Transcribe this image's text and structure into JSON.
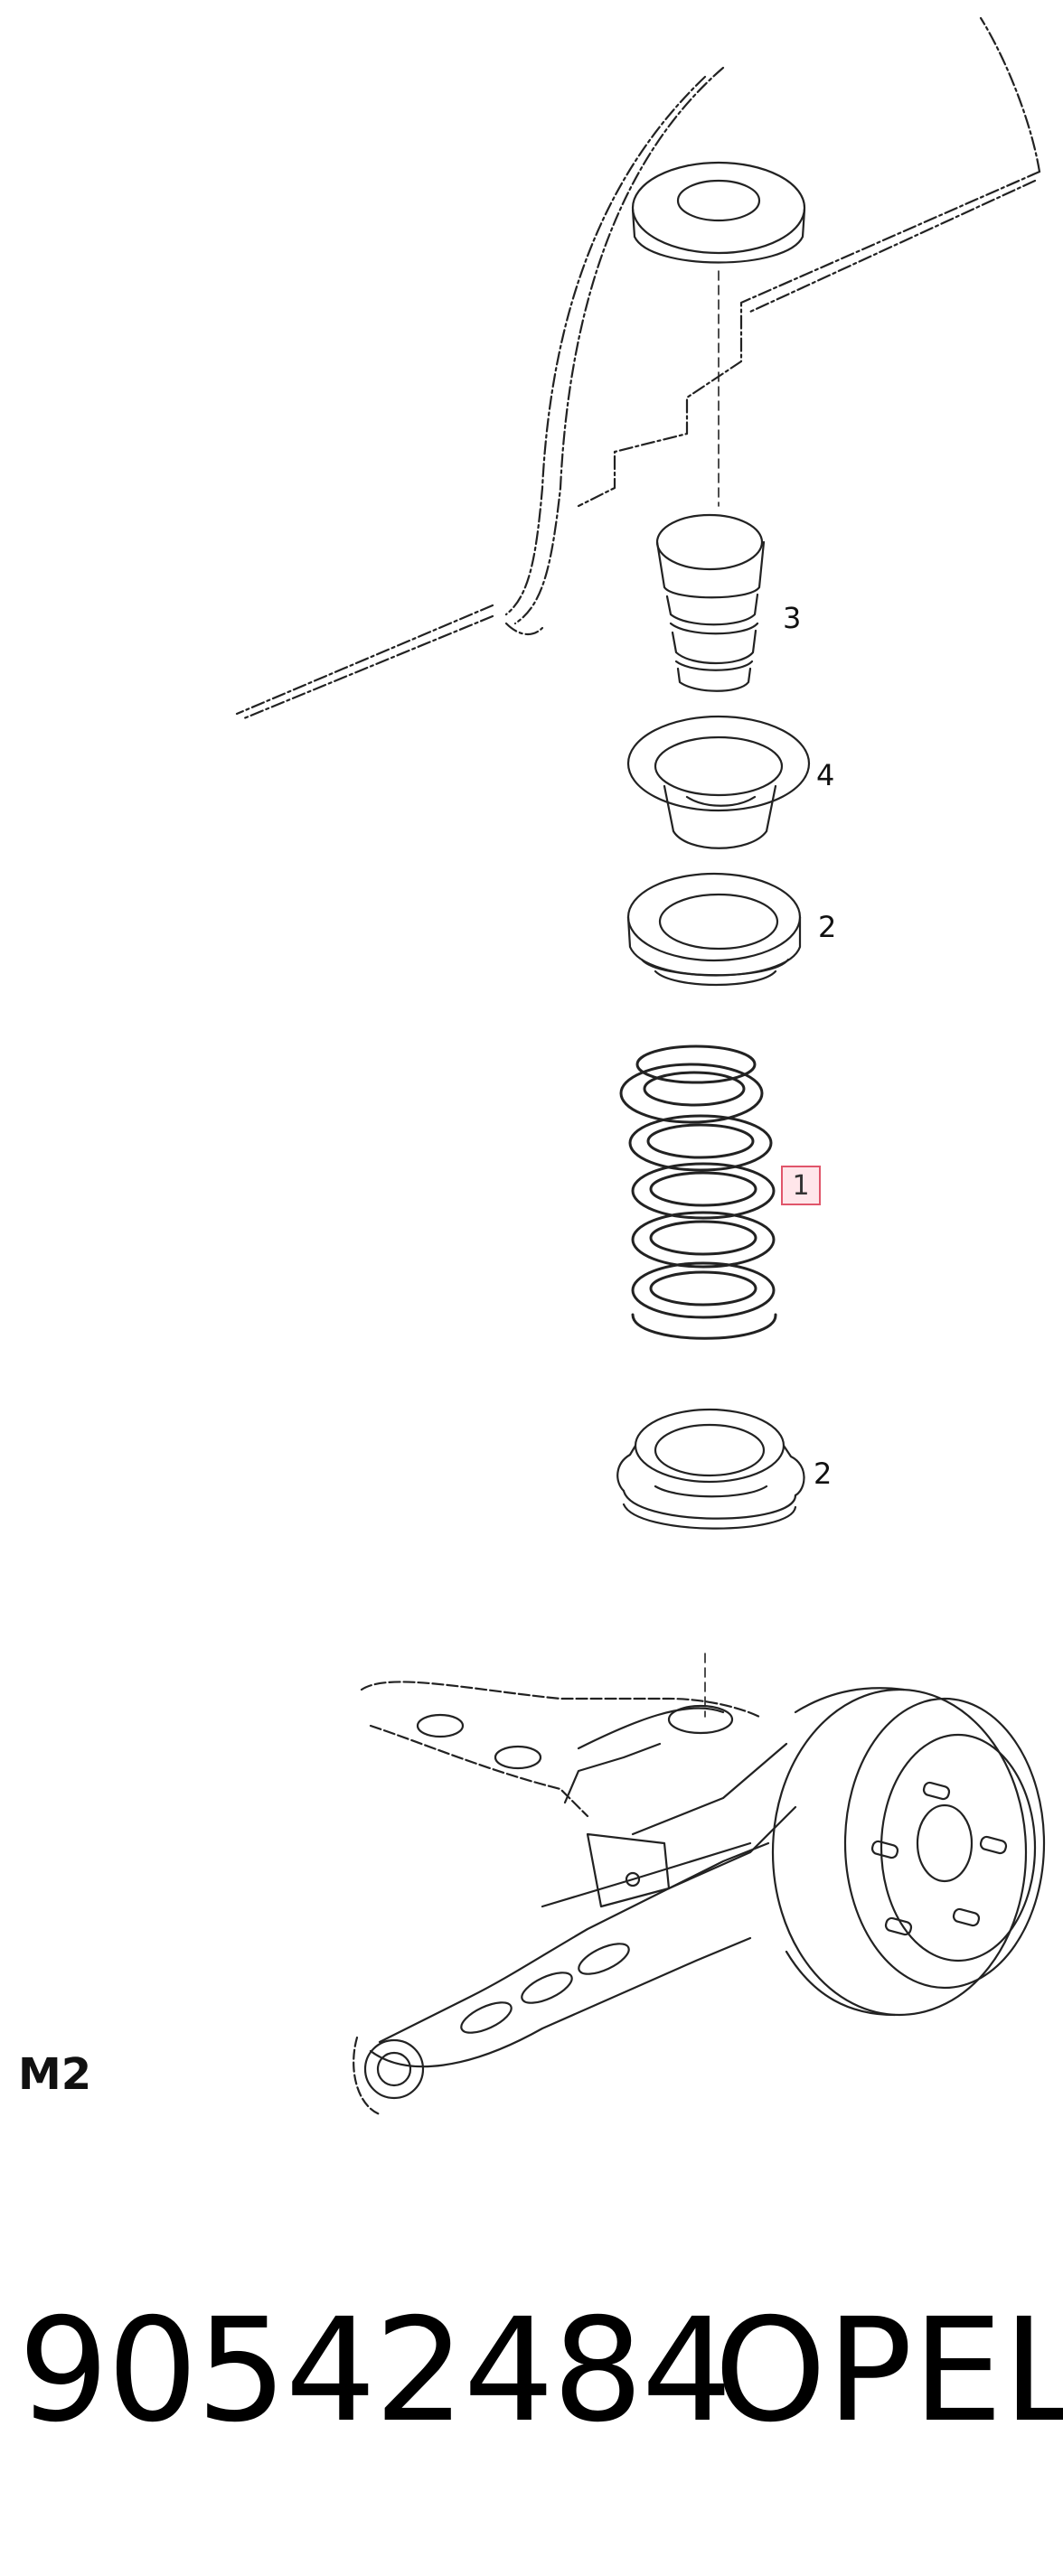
{
  "callouts": {
    "shock_bumper": "3",
    "spring_seat_upper": "4",
    "insulator_upper": "2",
    "coil_spring": "1",
    "insulator_lower": "2"
  },
  "section_code": "M2",
  "footer": {
    "part_number": "90542484",
    "brand": "OPEL"
  },
  "colors": {
    "highlight_border": "#e0556a",
    "highlight_fill": "#ffe6ea",
    "line": "#111111"
  }
}
